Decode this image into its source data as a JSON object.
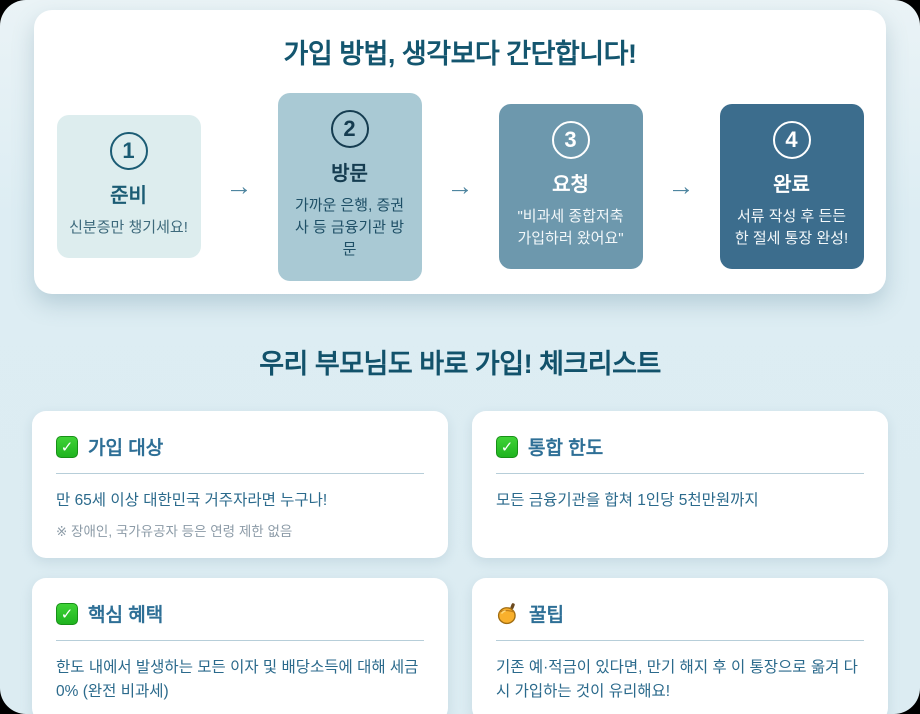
{
  "steps_section": {
    "title": "가입 방법, 생각보다 간단합니다!",
    "arrow": "→",
    "steps": [
      {
        "number": "1",
        "title": "준비",
        "desc": "신분증만 챙기세요!"
      },
      {
        "number": "2",
        "title": "방문",
        "desc": "가까운 은행, 증권사 등 금융기관 방문"
      },
      {
        "number": "3",
        "title": "요청",
        "desc": "\"비과세 종합저축 가입하러 왔어요\""
      },
      {
        "number": "4",
        "title": "완료",
        "desc": "서류 작성 후 든든한 절세 통장 완성!"
      }
    ]
  },
  "checklist_section": {
    "title": "우리 부모님도 바로 가입! 체크리스트",
    "check_glyph": "✓",
    "cards": [
      {
        "icon": "green-checkbox",
        "title": "가입 대상",
        "body": "만 65세 이상 대한민국 거주자라면 누구나!",
        "note": "※ 장애인, 국가유공자 등은 연령 제한 없음"
      },
      {
        "icon": "green-checkbox",
        "title": "통합 한도",
        "body": "모든 금융기관을 합쳐 1인당 5천만원까지"
      },
      {
        "icon": "green-checkbox",
        "title": "핵심 혜택",
        "body": "한도 내에서 발생하는 모든 이자 및 배당소득에 대해 세금 0% (완전 비과세)"
      },
      {
        "icon": "honey-pot",
        "title": "꿀팁",
        "body": "기존 예·적금이 있다면, 만기 해지 후 이 통장으로 옮겨 다시 가입하는 것이 유리해요!"
      }
    ]
  },
  "colors": {
    "page_background": "#dcecf2",
    "card_background": "#ffffff",
    "heading_text": "#14566f",
    "step1_bg": "#ddedee",
    "step2_bg": "#a9c9d4",
    "step3_bg": "#6d98ad",
    "step4_bg": "#3c6d8d",
    "step_dark_text": "#1b5c74",
    "step_light_text": "#ffffff",
    "arrow": "#4f86a0",
    "check_title_text": "#2e6f96",
    "check_body_text": "#2b6a8c",
    "check_note_text": "#8c9ba7",
    "checkbox_green": "#27c22b",
    "divider": "#b7ced9"
  }
}
